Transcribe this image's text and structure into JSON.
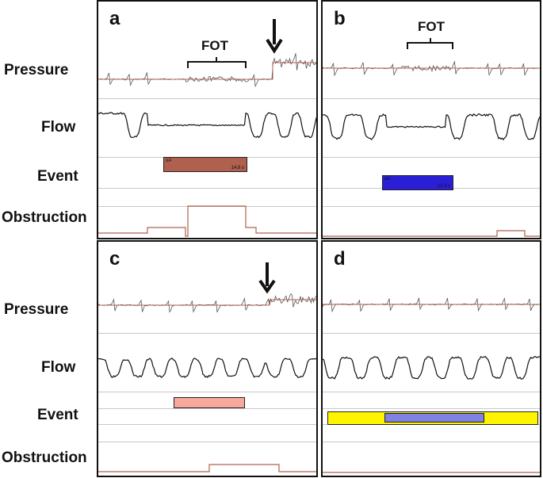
{
  "row_labels": {
    "top": {
      "pressure": "Pressure",
      "flow": "Flow",
      "event": "Event",
      "obstruction": "Obstruction"
    },
    "bottom": {
      "pressure": "Pressure",
      "flow": "Flow",
      "event": "Event",
      "obstruction": "Obstruction"
    }
  },
  "panels": [
    {
      "id": "a",
      "letter": "a",
      "fot": "FOT",
      "arrow": true,
      "event": {
        "tag": "oA",
        "duration": "14,8 s",
        "color": "#b0604e"
      },
      "obstruction_color": "#b0604e"
    },
    {
      "id": "b",
      "letter": "b",
      "fot": "FOT",
      "arrow": false,
      "event": {
        "tag": "oA",
        "duration": "12,3 s",
        "color": "#2a1fd6"
      },
      "obstruction_color": "#b0604e"
    },
    {
      "id": "c",
      "letter": "c",
      "fot": "",
      "arrow": true,
      "event": {
        "tag": "",
        "duration": "",
        "color": "#f6a99c"
      },
      "obstruction_color": "#b0604e"
    },
    {
      "id": "d",
      "letter": "d",
      "fot": "",
      "arrow": false,
      "event": {
        "tag": "",
        "duration": "",
        "color": "#7f82e0",
        "background_color": "#fff400"
      },
      "obstruction_color": "#b0604e"
    }
  ]
}
